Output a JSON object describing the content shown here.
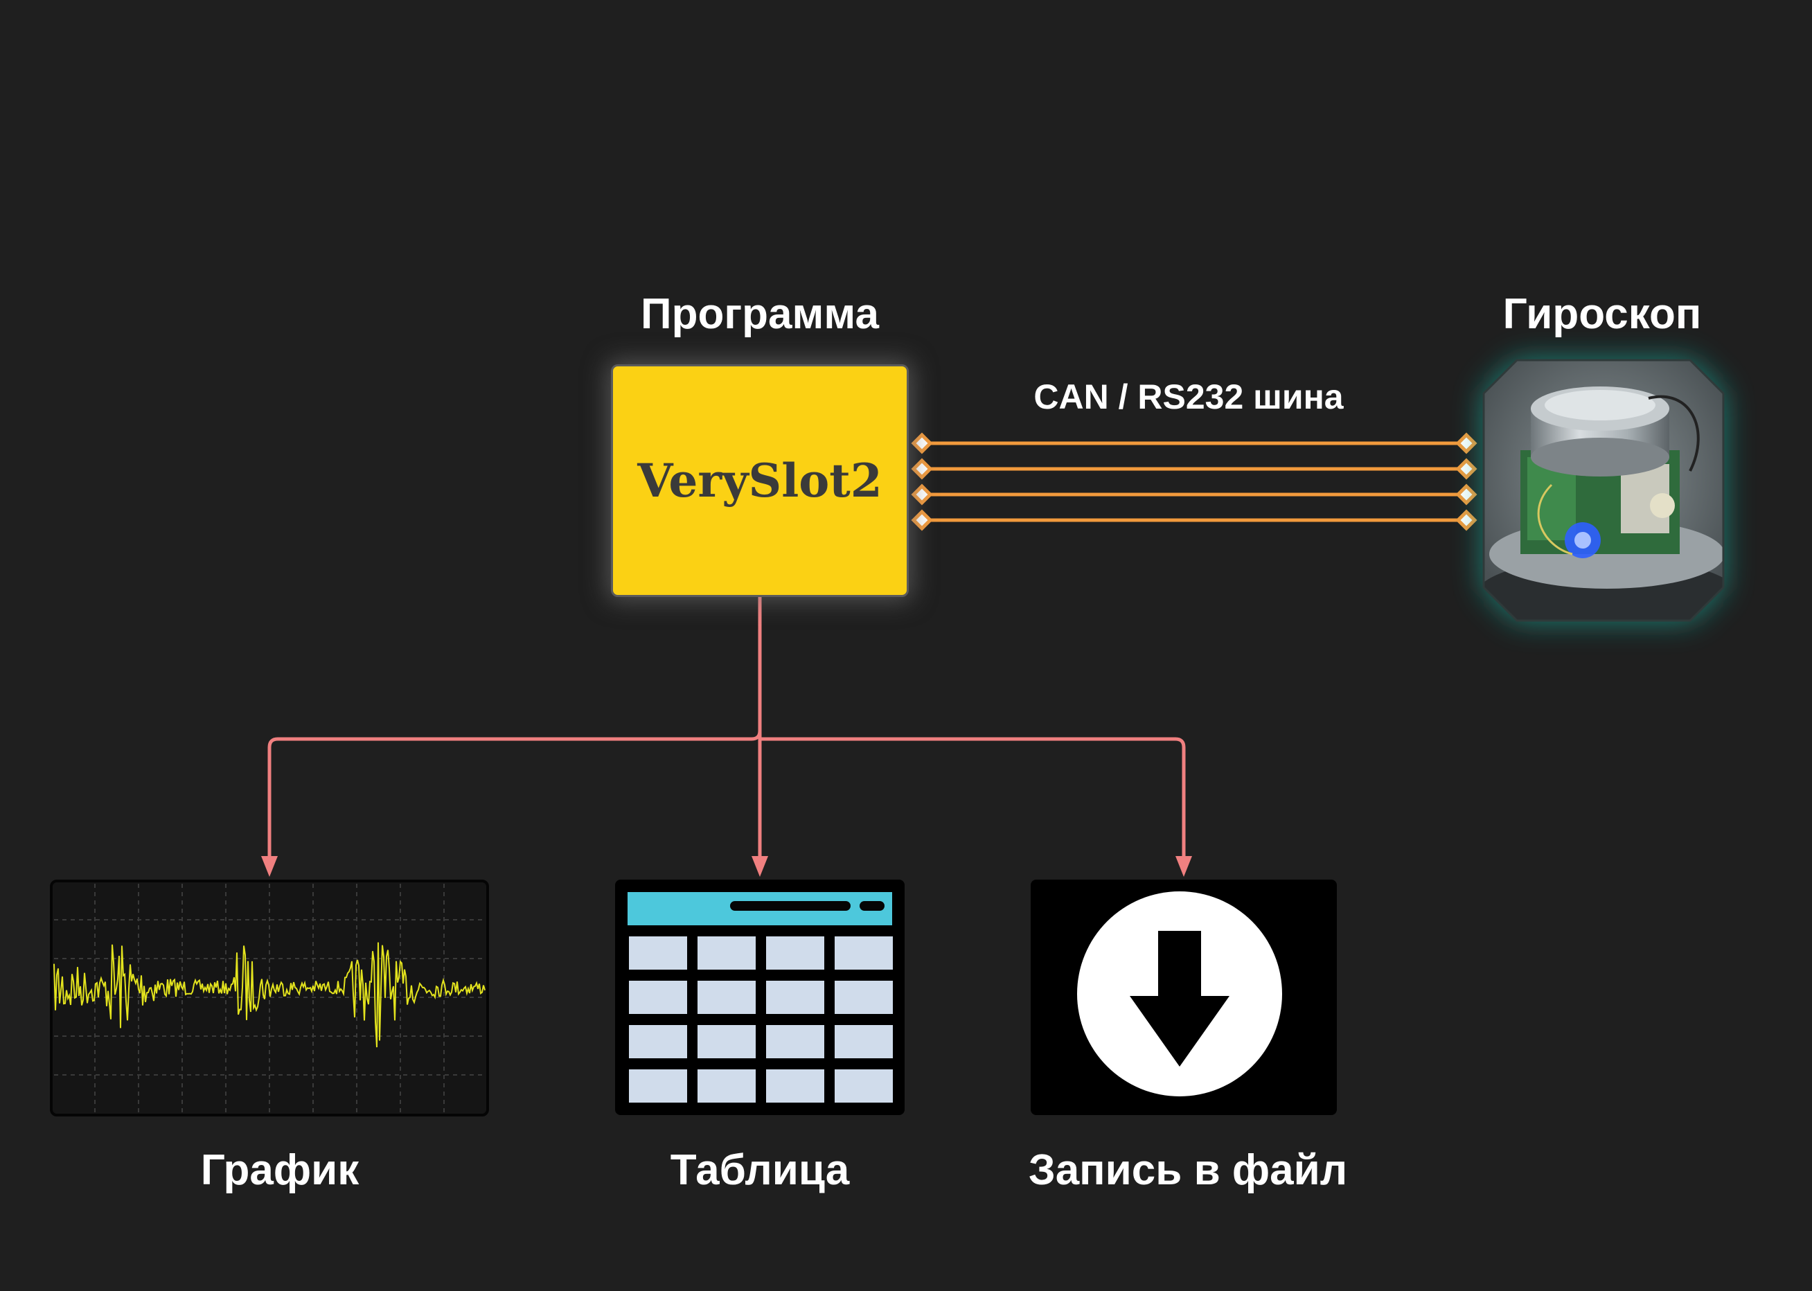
{
  "program": {
    "title": "Программа",
    "name": "VerySlot2"
  },
  "gyroscope": {
    "title": "Гироскоп"
  },
  "bus": {
    "label": "CAN / RS232 шина",
    "line_count": 4
  },
  "outputs": [
    {
      "label": "График",
      "icon": "waveform-chart-icon"
    },
    {
      "label": "Таблица",
      "icon": "table-grid-icon"
    },
    {
      "label": "Запись в файл",
      "icon": "download-arrow-icon"
    }
  ],
  "colors": {
    "background": "#1f1f1f",
    "program_box": "#fbd114",
    "bus_lines": "#f29a3c",
    "output_arrows": "#f08080",
    "gyro_glow": "#1aa89a",
    "waveform": "#e3e31e",
    "table_header": "#4dc8dc",
    "table_cells": "#d0dceb"
  }
}
